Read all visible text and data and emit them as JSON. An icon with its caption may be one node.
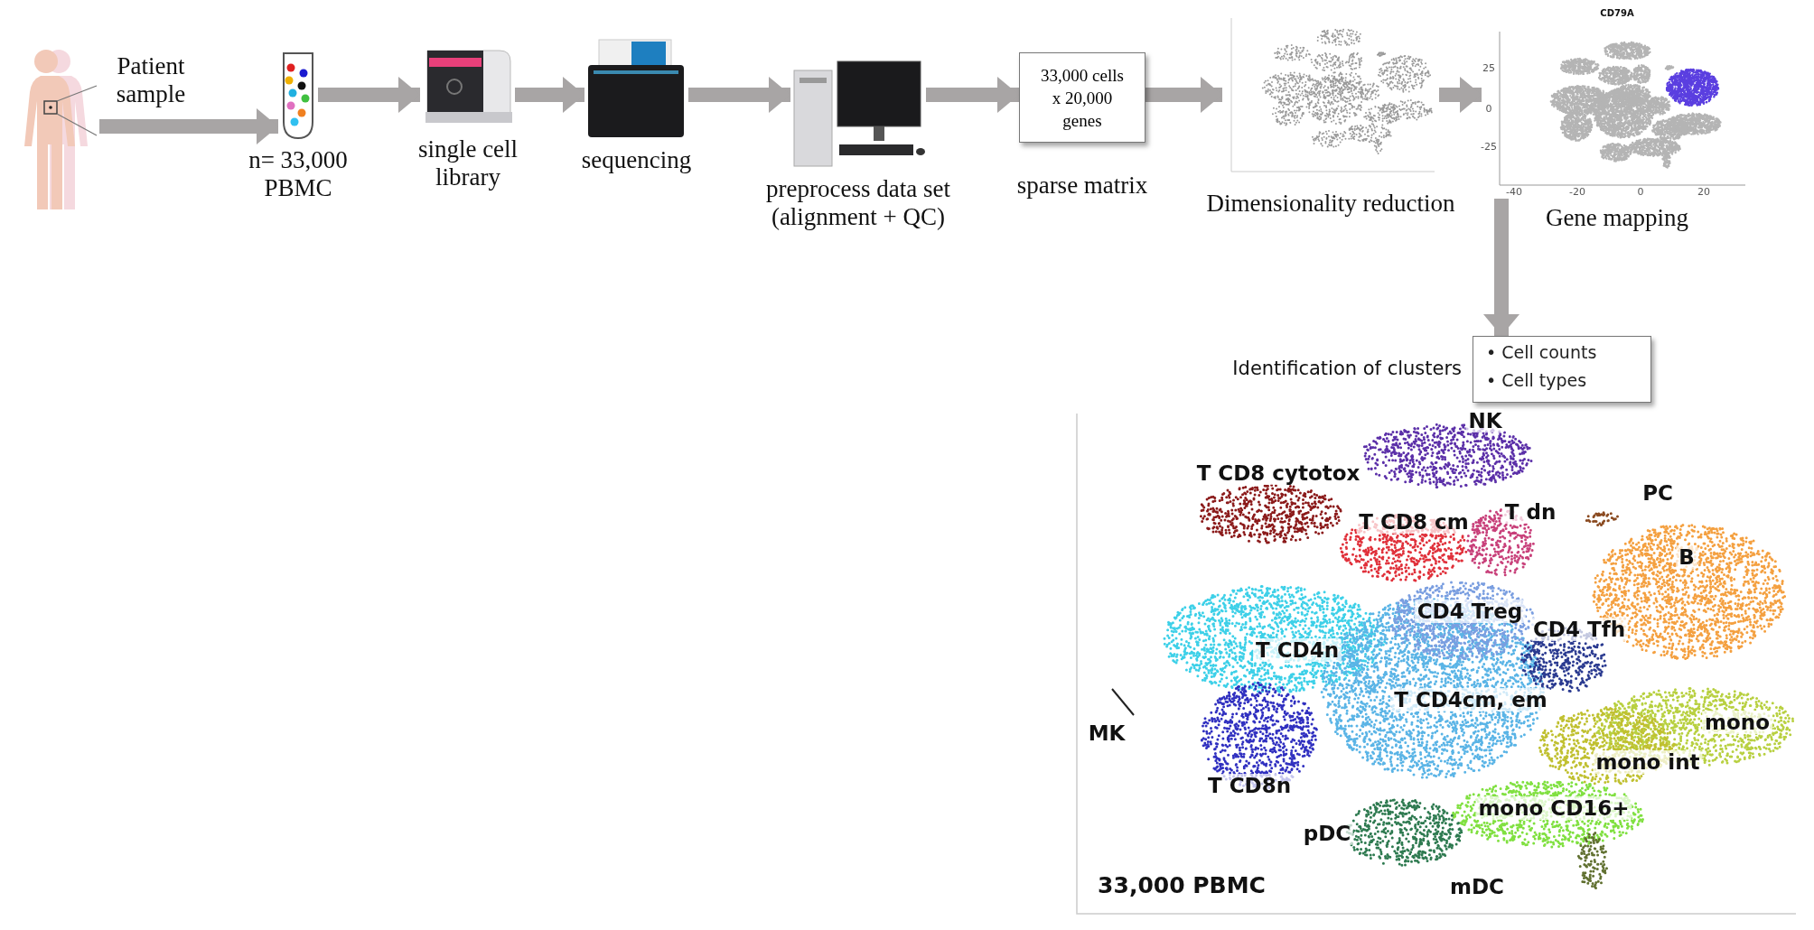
{
  "diagram": {
    "nodes": [
      {
        "text": [],
        "shape": "picture",
        "beside": [
          "Patient sample"
        ]
      },
      {
        "text": [],
        "shape": "picture",
        "beside": [
          "n= 33,000 PBMC"
        ]
      },
      {
        "text": [],
        "shape": "picture",
        "beside": [
          "single cell library"
        ]
      },
      {
        "text": [],
        "shape": "picture",
        "beside": [
          "sequencing"
        ]
      },
      {
        "text": [],
        "shape": "picture",
        "beside": [
          "preprocess data set (alignment + QC)"
        ]
      },
      {
        "text": [
          "33,000 cells x 20,000 genes"
        ],
        "beside": [
          "sparse matrix"
        ]
      },
      {
        "text": [],
        "shape": "picture",
        "beside": [
          "Dimensionality reduction"
        ]
      },
      {
        "text": [],
        "shape": "picture",
        "beside": [
          "Gene mapping"
        ]
      },
      {
        "text": [],
        "shape": "picture"
      },
      {
        "text": [
          "• Cell counts",
          "• Cell types"
        ],
        "beside": [
          "Identification of clusters"
        ]
      }
    ],
    "edges": [
      {
        "from": 0,
        "to": 1,
        "arrow": "to"
      },
      {
        "from": 1,
        "to": 2,
        "arrow": "to"
      },
      {
        "from": 2,
        "to": 3,
        "arrow": "to"
      },
      {
        "from": 3,
        "to": 4,
        "arrow": "to"
      },
      {
        "from": 4,
        "to": 5,
        "arrow": "to"
      },
      {
        "from": 5,
        "to": 6,
        "arrow": "to"
      },
      {
        "from": 6,
        "to": 7,
        "arrow": "to"
      },
      {
        "from": 7,
        "to": 9,
        "arrow": "to"
      }
    ],
    "labels": [
      "CD79A",
      "25",
      "0",
      "-25",
      "-40",
      "-20",
      "0",
      "20",
      "NK",
      "T CD8 cytotox",
      "T CD8 cm",
      "T dn",
      "PC",
      "B",
      "CD4 Treg",
      "CD4 Tfh",
      "T CD4n",
      "T CD4cm, em",
      "MK",
      "mono",
      "mono int",
      "T CD8n",
      "mono CD16+",
      "pDC",
      "33,000 PBMC",
      "mDC"
    ]
  }
}
